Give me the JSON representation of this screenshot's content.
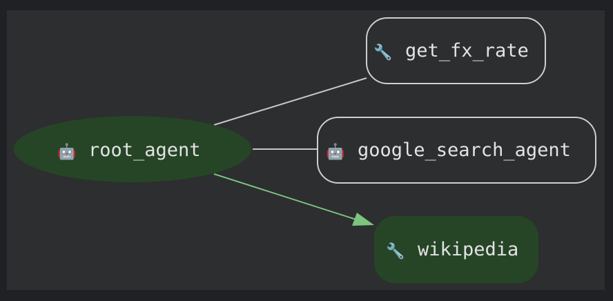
{
  "graph": {
    "nodes": [
      {
        "id": "root_agent",
        "label": "root_agent",
        "kind": "agent",
        "icon": "robot-icon",
        "active": true
      },
      {
        "id": "get_fx_rate",
        "label": "get_fx_rate",
        "kind": "tool",
        "icon": "wrench-icon",
        "active": false
      },
      {
        "id": "google_search_agent",
        "label": "google_search_agent",
        "kind": "agent",
        "icon": "robot-icon",
        "active": false
      },
      {
        "id": "wikipedia",
        "label": "wikipedia",
        "kind": "tool",
        "icon": "wrench-icon",
        "active": true
      }
    ],
    "edges": [
      {
        "from": "root_agent",
        "to": "get_fx_rate",
        "active": false
      },
      {
        "from": "root_agent",
        "to": "google_search_agent",
        "active": false
      },
      {
        "from": "root_agent",
        "to": "wikipedia",
        "active": true
      }
    ]
  },
  "colors": {
    "background": "#2d2e30",
    "outer_background": "#202124",
    "active_fill": "#264526",
    "inactive_stroke": "#cfcfcf",
    "active_edge": "#7cc47f",
    "inactive_edge": "#c8c8c8",
    "text": "#e3e3e3"
  }
}
